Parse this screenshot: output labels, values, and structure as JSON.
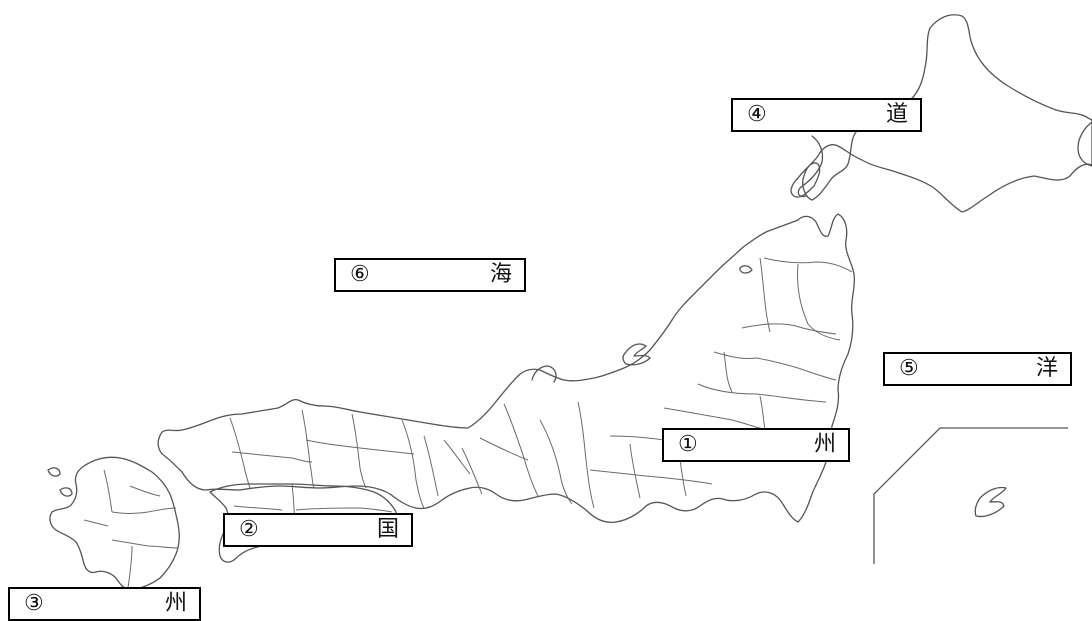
{
  "labels": {
    "honshu": {
      "number": "①",
      "suffix": "州"
    },
    "shikoku": {
      "number": "②",
      "suffix": "国"
    },
    "kyushu": {
      "number": "③",
      "suffix": "州"
    },
    "hokkaido": {
      "number": "④",
      "suffix": "道"
    },
    "ocean": {
      "number": "⑤",
      "suffix": "洋"
    },
    "sea": {
      "number": "⑥",
      "suffix": "海"
    }
  }
}
